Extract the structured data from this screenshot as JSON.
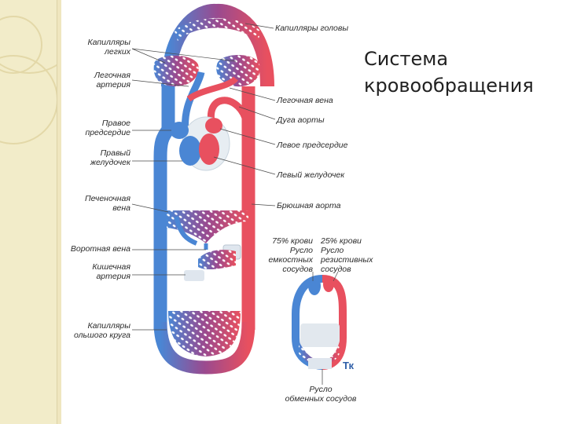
{
  "title": {
    "line1": "Система",
    "line2": "кровообращения"
  },
  "colors": {
    "venous": "#4a86d4",
    "arterial": "#e8505f",
    "capillary_mix": "#9a4a8f",
    "sidebar": "#f2ecc9"
  },
  "left_labels": {
    "lung_capillaries": [
      "Капилляры",
      "легких"
    ],
    "pulmonary_artery": [
      "Легочная",
      "артерия"
    ],
    "right_atrium": [
      "Правое",
      "предсердие"
    ],
    "right_ventricle": [
      "Правый",
      "желудочек"
    ],
    "hepatic_vein": [
      "Печеночная",
      "вена"
    ],
    "portal_vein": [
      "Воротная вена"
    ],
    "intestinal_artery": [
      "Кишечная",
      "артерия"
    ],
    "systemic_capillaries": [
      "Капилляры",
      "ольшого круга"
    ]
  },
  "right_labels": {
    "head_capillaries": "Капилляры головы",
    "pulmonary_vein": "Легочная вена",
    "aortic_arch": "Дуга аорты",
    "left_atrium": "Левое предсердие",
    "left_ventricle": "Левый желудочек",
    "abdominal_aorta": "Брюшная аорта"
  },
  "small_diagram": {
    "venous_col": [
      "75% крови",
      "Русло",
      "емкостных",
      "сосудов"
    ],
    "resistive_col": [
      "25% крови",
      "Русло",
      "резистивных",
      "сосудов"
    ],
    "tk_label": "Тк",
    "exchange_label": [
      "Русло",
      "обменных сосудов"
    ]
  }
}
